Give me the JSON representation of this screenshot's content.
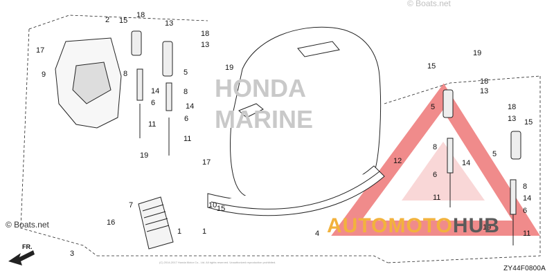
{
  "diagram": {
    "code": "ZY44F0800A",
    "copyright": "(C) 2014-2017 Honda Motor Co., Ltd. All rights reserved. Unauthorized reproduction prohibited.",
    "direction_label": "FR.",
    "callouts": [
      "1",
      "2",
      "3",
      "4",
      "5",
      "6",
      "7",
      "8",
      "9",
      "10",
      "11",
      "12",
      "13",
      "14",
      "15",
      "16",
      "17",
      "18",
      "19"
    ]
  },
  "watermarks": {
    "boats_top": "© Boats.net",
    "boats_left": "© Boats.net",
    "brand_part1": "AUTOMOTO",
    "brand_part2": "HUB",
    "cowl_text_1": "HONDA",
    "cowl_text_2": "MARINE"
  },
  "colors": {
    "line": "#222222",
    "triangle": "#e04848",
    "brand_orange": "#f2b23d",
    "brand_gray": "#5a5a5a"
  }
}
